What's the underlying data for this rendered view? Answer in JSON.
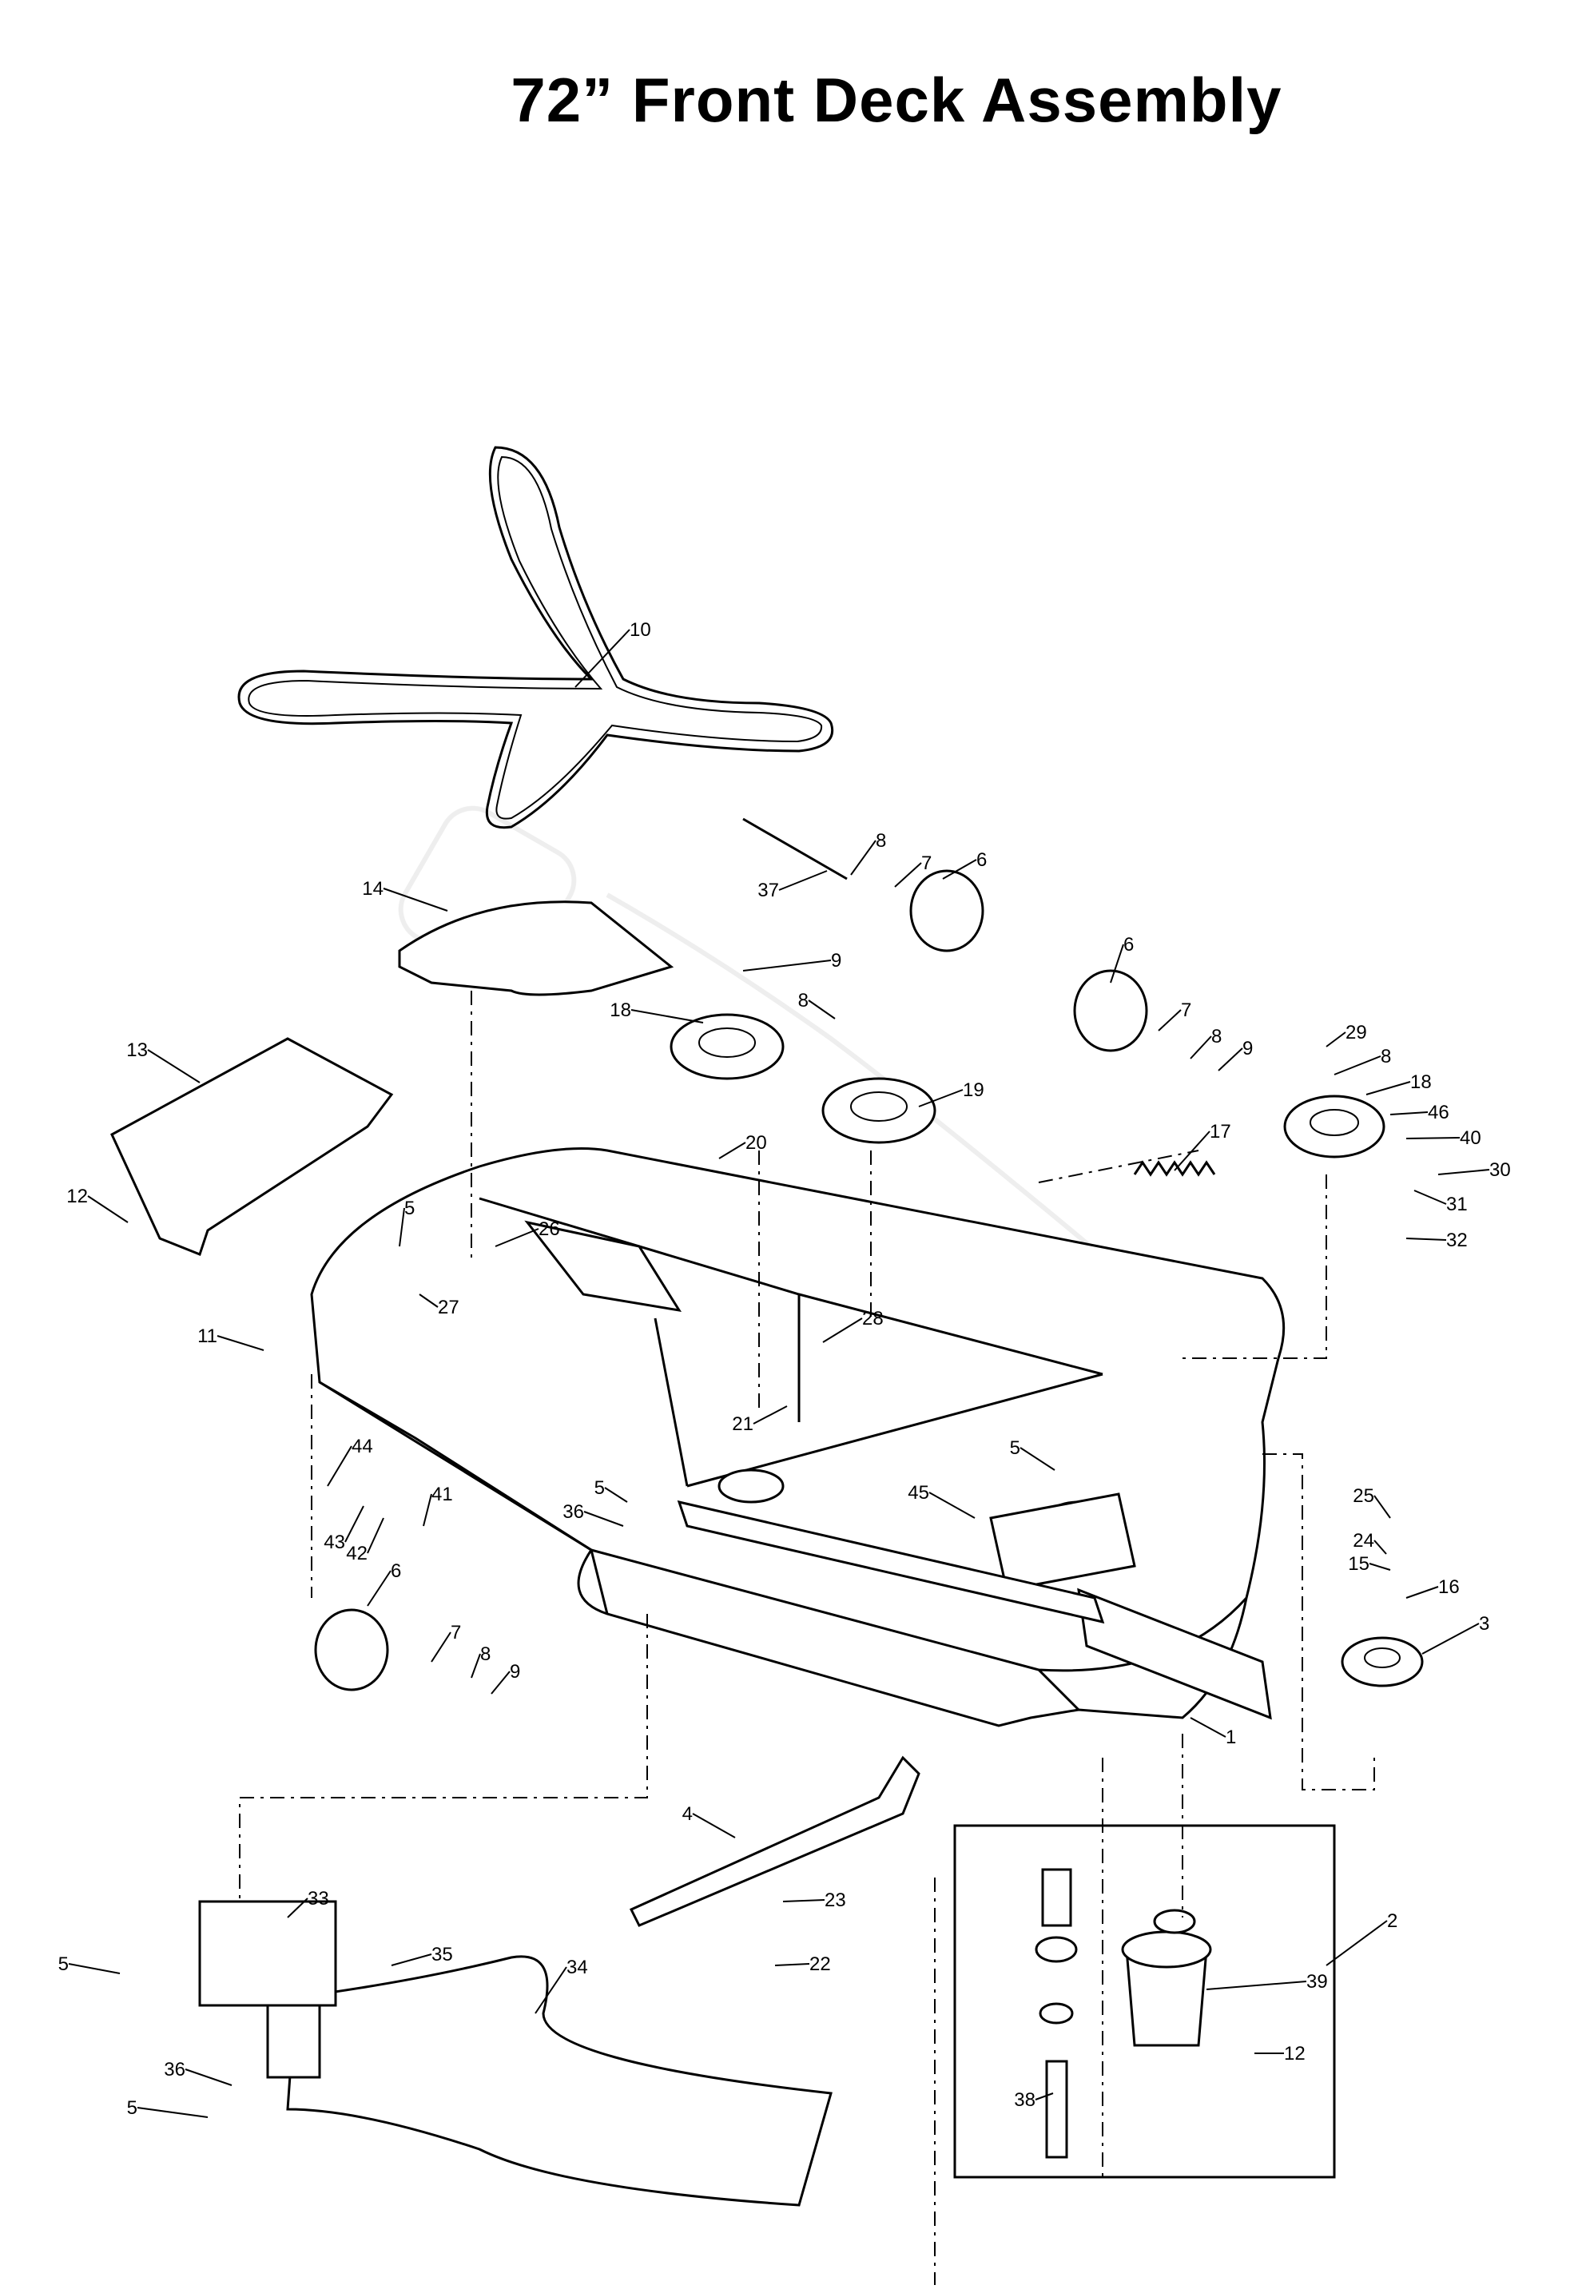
{
  "title": "72” Front Deck Assembly",
  "colors": {
    "ink": "#000000",
    "paper": "#ffffff",
    "watermark": "#dddddd"
  },
  "callouts": [
    "10",
    "8",
    "37",
    "7",
    "6",
    "14",
    "9",
    "8",
    "18",
    "19",
    "6",
    "7",
    "8",
    "9",
    "29",
    "8",
    "18",
    "46",
    "40",
    "30",
    "31",
    "32",
    "13",
    "12",
    "5",
    "26",
    "20",
    "17",
    "27",
    "28",
    "11",
    "21",
    "44",
    "43",
    "42",
    "41",
    "5",
    "36",
    "45",
    "5",
    "25",
    "24",
    "15",
    "16",
    "3",
    "6",
    "7",
    "8",
    "9",
    "1",
    "4",
    "23",
    "22",
    "33",
    "35",
    "5",
    "34",
    "36",
    "5",
    "2",
    "39",
    "12",
    "38"
  ]
}
